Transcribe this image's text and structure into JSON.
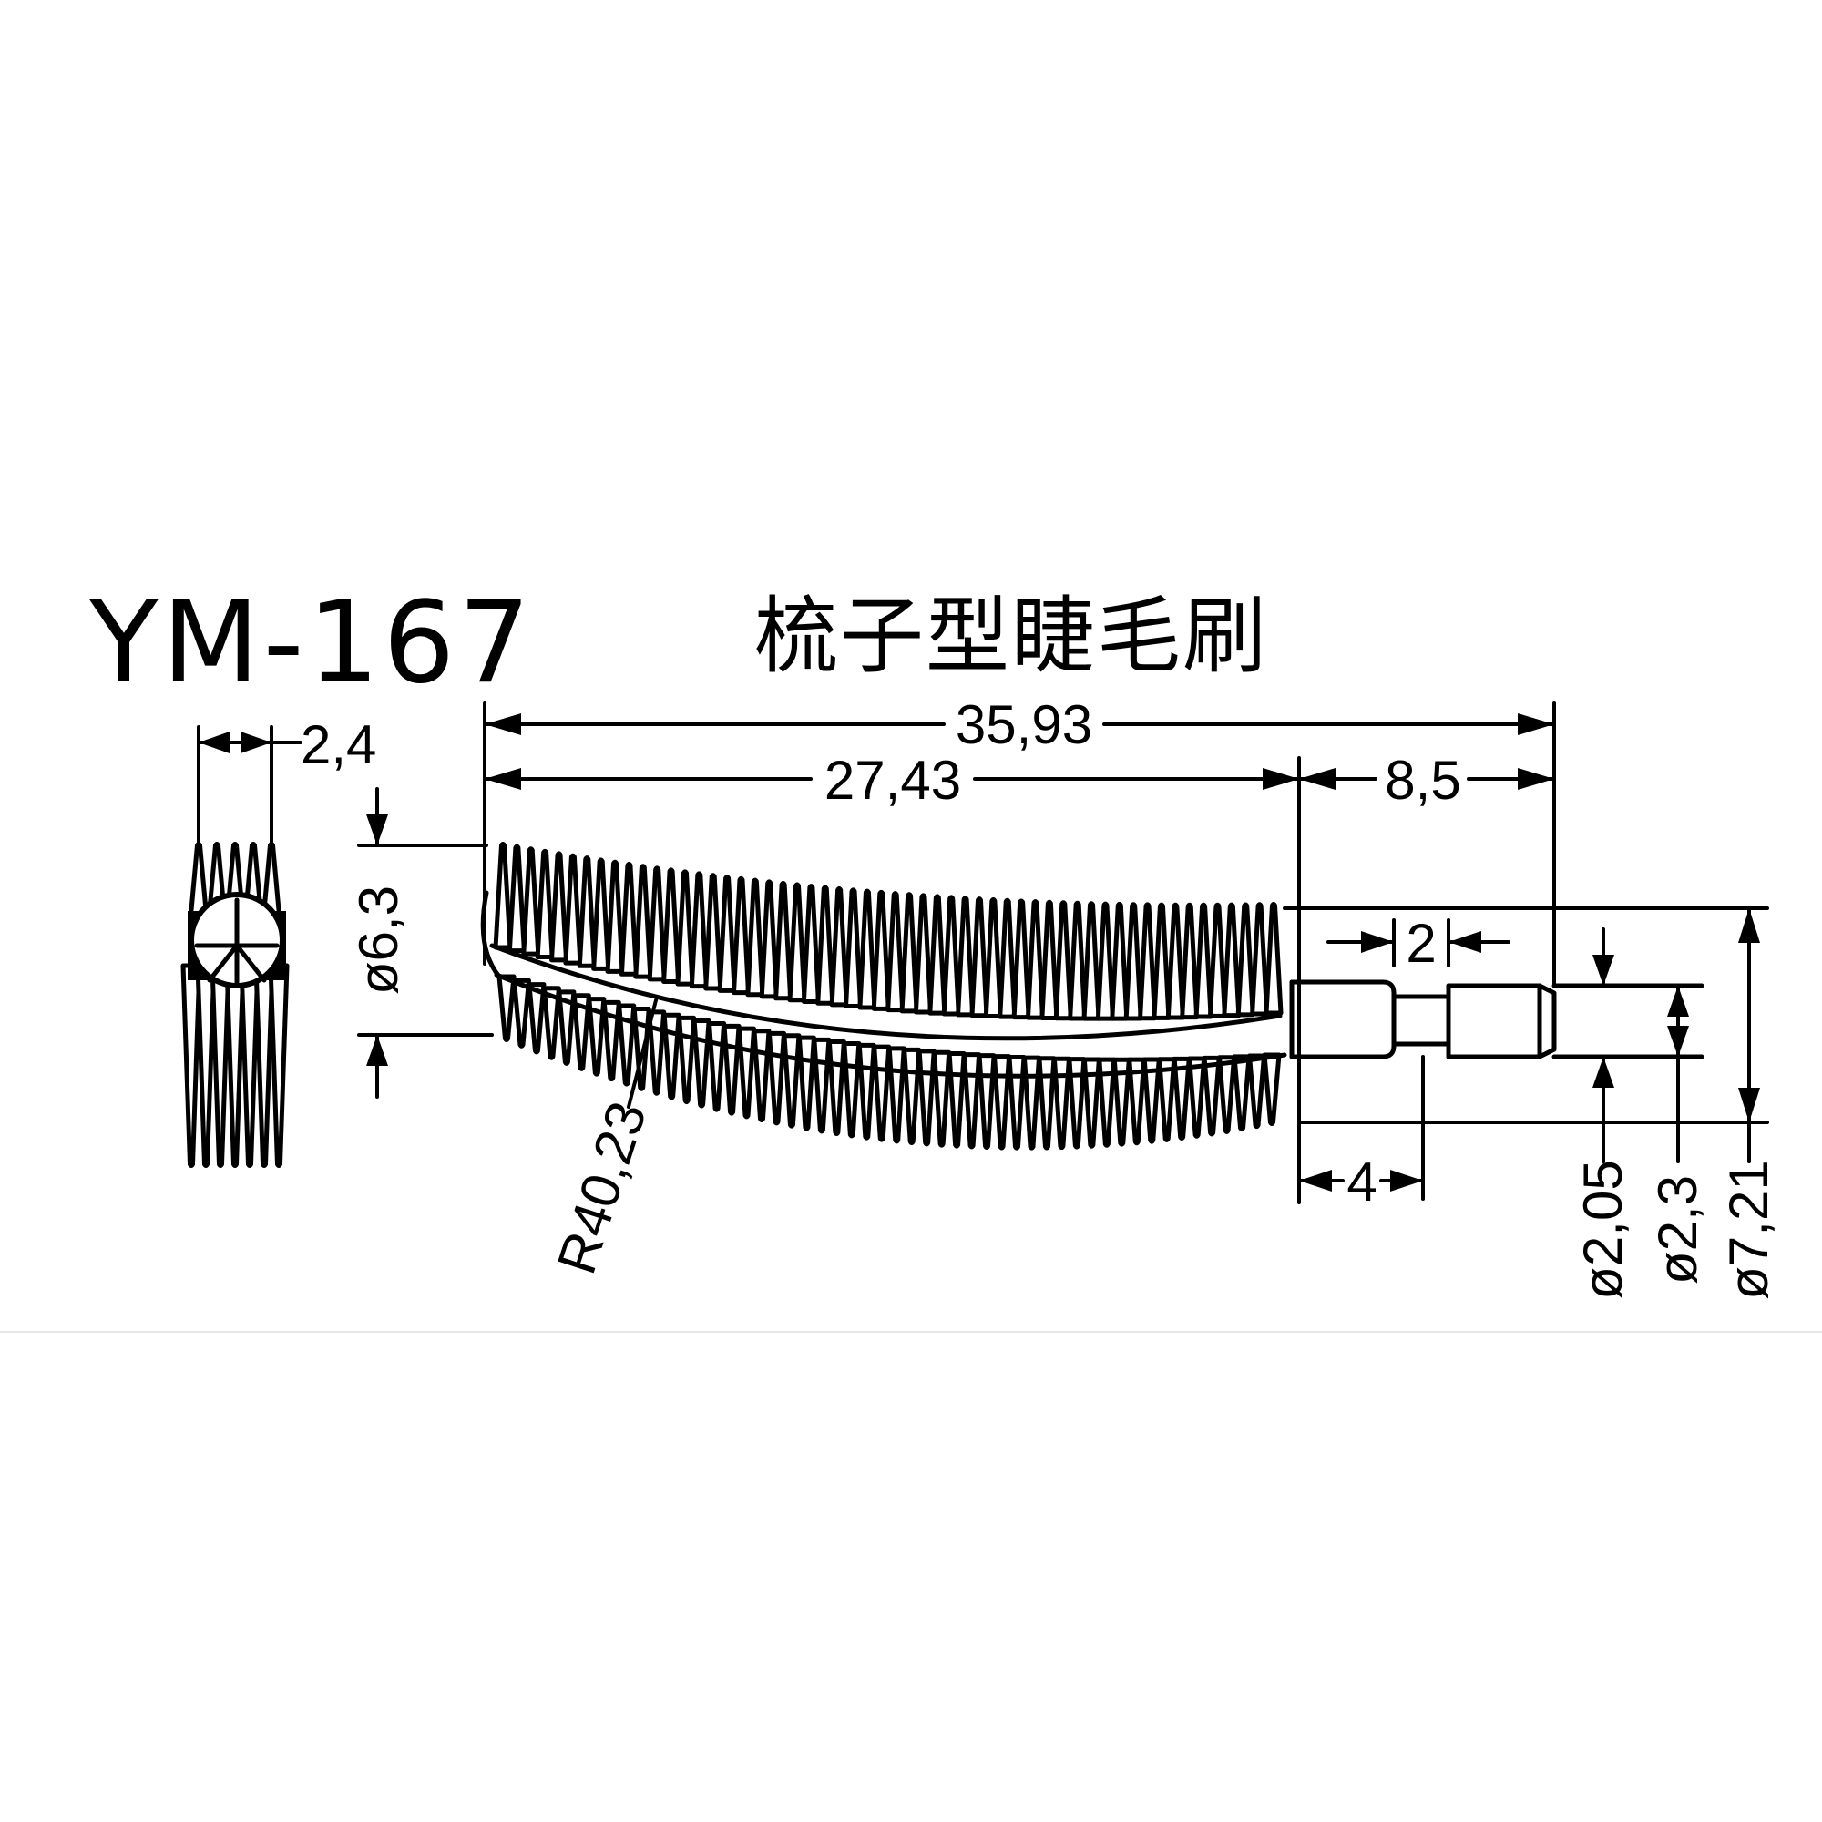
{
  "model": "YM-167",
  "title": "梳子型睫毛刷",
  "dimensions": {
    "overall_length": "35,93",
    "brush_length": "27,43",
    "stem_length": "8,5",
    "width_side": "2,4",
    "brush_diameter": "ø6,3",
    "radius": "R40,23",
    "groove_width": "2",
    "stem_end": "4",
    "dia_groove": "ø2,05",
    "dia_stem": "ø2,3",
    "dia_collar": "ø7,21"
  },
  "colors": {
    "line": "#000000",
    "background": "#ffffff",
    "separator": "#e6e6e6"
  }
}
